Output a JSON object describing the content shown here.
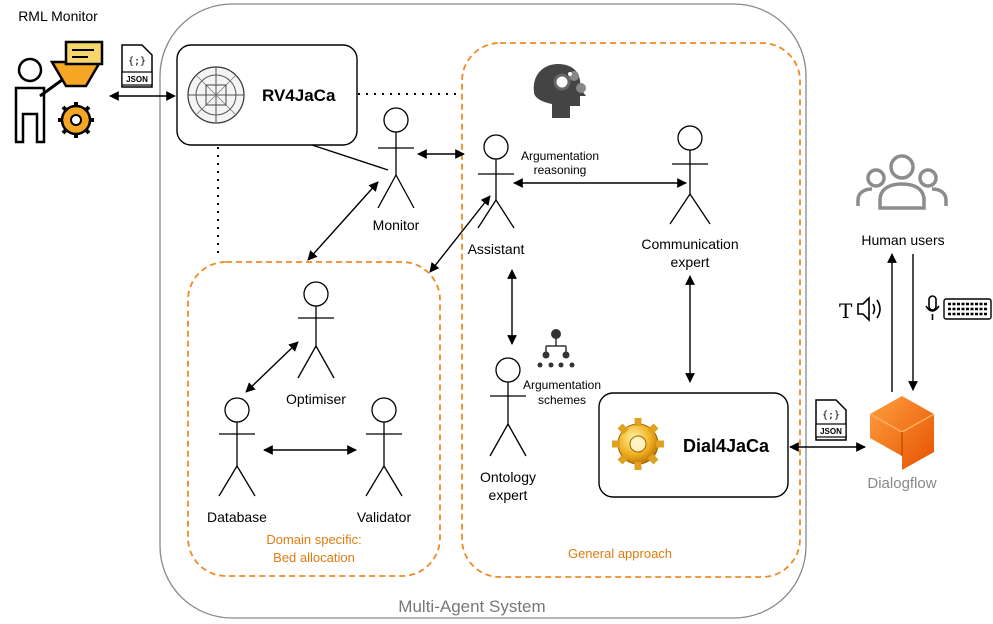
{
  "labels": {
    "rml_monitor": "RML Monitor",
    "json_1": "JSON",
    "json_2": "JSON",
    "rv4jaca": "RV4JaCa",
    "monitor": "Monitor",
    "assistant": "Assistant",
    "argumentation_reasoning_1": "Argumentation",
    "argumentation_reasoning_2": "reasoning",
    "communication_expert_1": "Communication",
    "communication_expert_2": "expert",
    "optimiser": "Optimiser",
    "database": "Database",
    "validator": "Validator",
    "domain_specific_1": "Domain specific:",
    "domain_specific_2": "Bed allocation",
    "argumentation_schemes_1": "Argumentation",
    "argumentation_schemes_2": "schemes",
    "ontology_expert_1": "Ontology",
    "ontology_expert_2": "expert",
    "dial4jaca": "Dial4JaCa",
    "general_approach": "General approach",
    "multi_agent_system": "Multi-Agent System",
    "human_users": "Human users",
    "dialogflow": "Dialogflow",
    "text_glyph": "T"
  },
  "colors": {
    "orange_dashed": "#f08a24",
    "mas_border": "#888888",
    "dialogflow_orange": "#ef6c00",
    "users_gray": "#8c8c8c"
  },
  "icons": [
    "person-monitor-icon",
    "json-file-icon",
    "rv4jaca-logo-icon",
    "brain-gears-icon",
    "hierarchy-icon",
    "gear-icon",
    "users-icon",
    "speaker-icon",
    "microphone-icon",
    "keyboard-icon",
    "dialogflow-logo-icon"
  ]
}
